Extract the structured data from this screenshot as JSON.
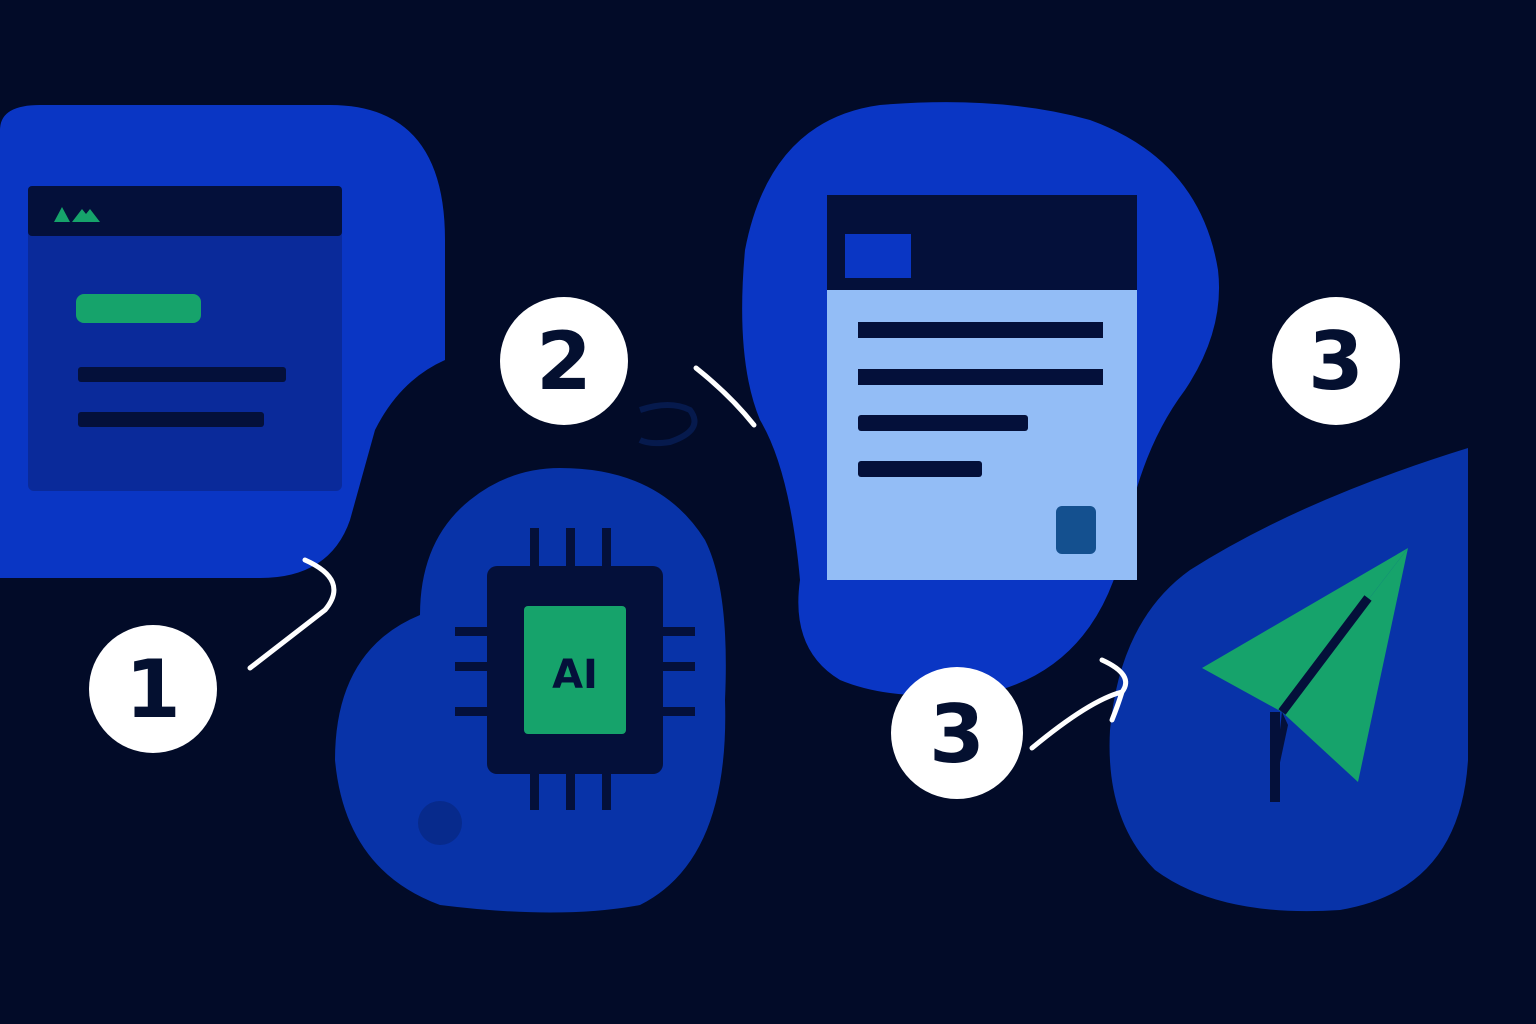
{
  "colors": {
    "background": "#020b28",
    "blob_blue": "#0a36c4",
    "blob_blue_dark": "#0833a8",
    "panel_dark": "#0a2a9a",
    "bar_dark": "#04103a",
    "accent_green": "#16a36b",
    "light_doc": "#93bdf6",
    "badge_fill": "#ffffff",
    "badge_text": "#041030"
  },
  "steps": [
    {
      "number": "1",
      "icon": "browser-window-icon"
    },
    {
      "number": "2",
      "icon": "ai-chip-icon"
    },
    {
      "number": "3",
      "icon": "document-icon"
    },
    {
      "number": "3",
      "icon": "send-paper-plane-icon"
    }
  ],
  "chip": {
    "label": "AI"
  }
}
